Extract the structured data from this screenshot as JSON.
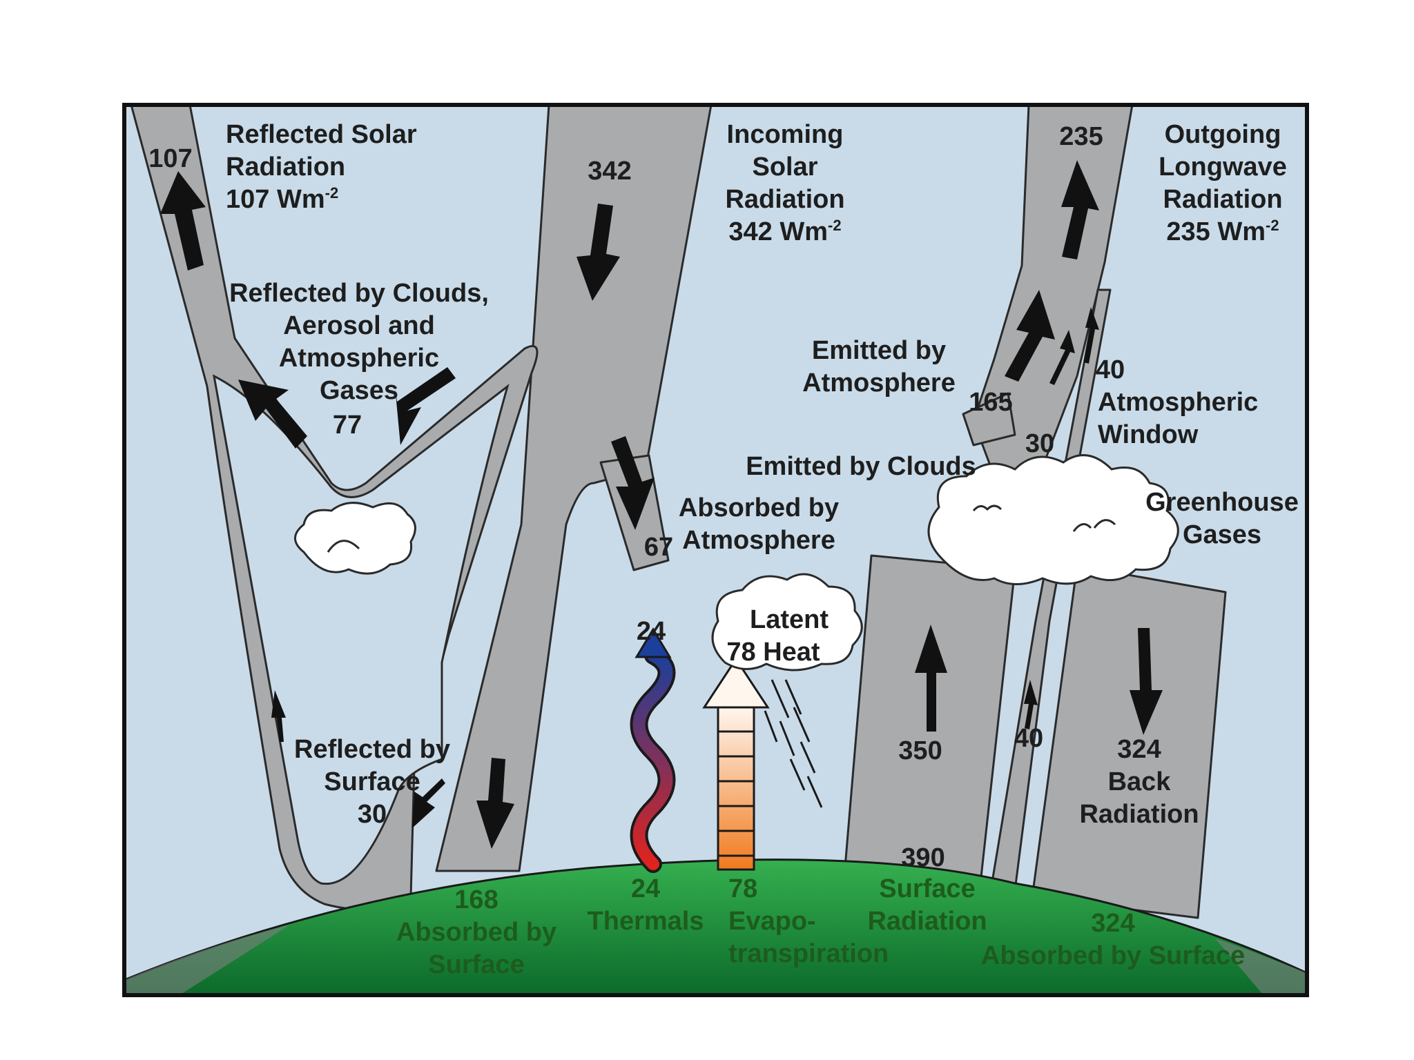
{
  "colors": {
    "sky": "#c9dbe9",
    "frame": "#111111",
    "beam": "#a9abad",
    "ground_top": "#2fa84a",
    "ground_bottom": "#0d6b2c",
    "thermal_top": "#1c3f9a",
    "thermal_bottom": "#e0231e",
    "evap_light": "#fde7d4",
    "evap_dark": "#f07a1e"
  },
  "labels": {
    "reflected_solar": [
      "Reflected Solar",
      "Radiation",
      "107 Wm"
    ],
    "reflected_solar_value": "107",
    "incoming_solar": [
      "Incoming",
      "Solar",
      "Radiation",
      "342 Wm"
    ],
    "incoming_value": "342",
    "outgoing_lw": [
      "Outgoing",
      "Longwave",
      "Radiation",
      "235 Wm"
    ],
    "outgoing_value": "235",
    "wm_superscript": "-2",
    "reflected_clouds": [
      "Reflected by Clouds,",
      "Aerosol and",
      "Atmospheric",
      "Gases"
    ],
    "reflected_clouds_value": "77",
    "absorbed_atmos": [
      "Absorbed by",
      "Atmosphere"
    ],
    "absorbed_atmos_value": "67",
    "emitted_atmos": [
      "Emitted by",
      "Atmosphere"
    ],
    "emitted_atmos_value": "165",
    "atmos_window_value": "40",
    "atmos_window": [
      "Atmospheric",
      "Window"
    ],
    "emitted_clouds": "Emitted by Clouds",
    "emitted_clouds_value": "30",
    "greenhouse": [
      "Greenhouse",
      "Gases"
    ],
    "latent_heat": [
      "Latent",
      "78 Heat"
    ],
    "thermals_top": "24",
    "reflected_surface": [
      "Reflected by",
      "Surface",
      "30"
    ],
    "surface_window_value": "40",
    "surface_rad_value": "350",
    "back_radiation": [
      "324",
      "Back",
      "Radiation"
    ],
    "absorbed_surface": [
      "168",
      "Absorbed by",
      "Surface"
    ],
    "thermals": [
      "24",
      "Thermals"
    ],
    "evapo": [
      "78",
      "Evapo-",
      "transpiration"
    ],
    "surface_radiation": [
      "390",
      "Surface",
      "Radiation"
    ],
    "absorbed_surface_back": [
      "324",
      "Absorbed by Surface"
    ]
  }
}
